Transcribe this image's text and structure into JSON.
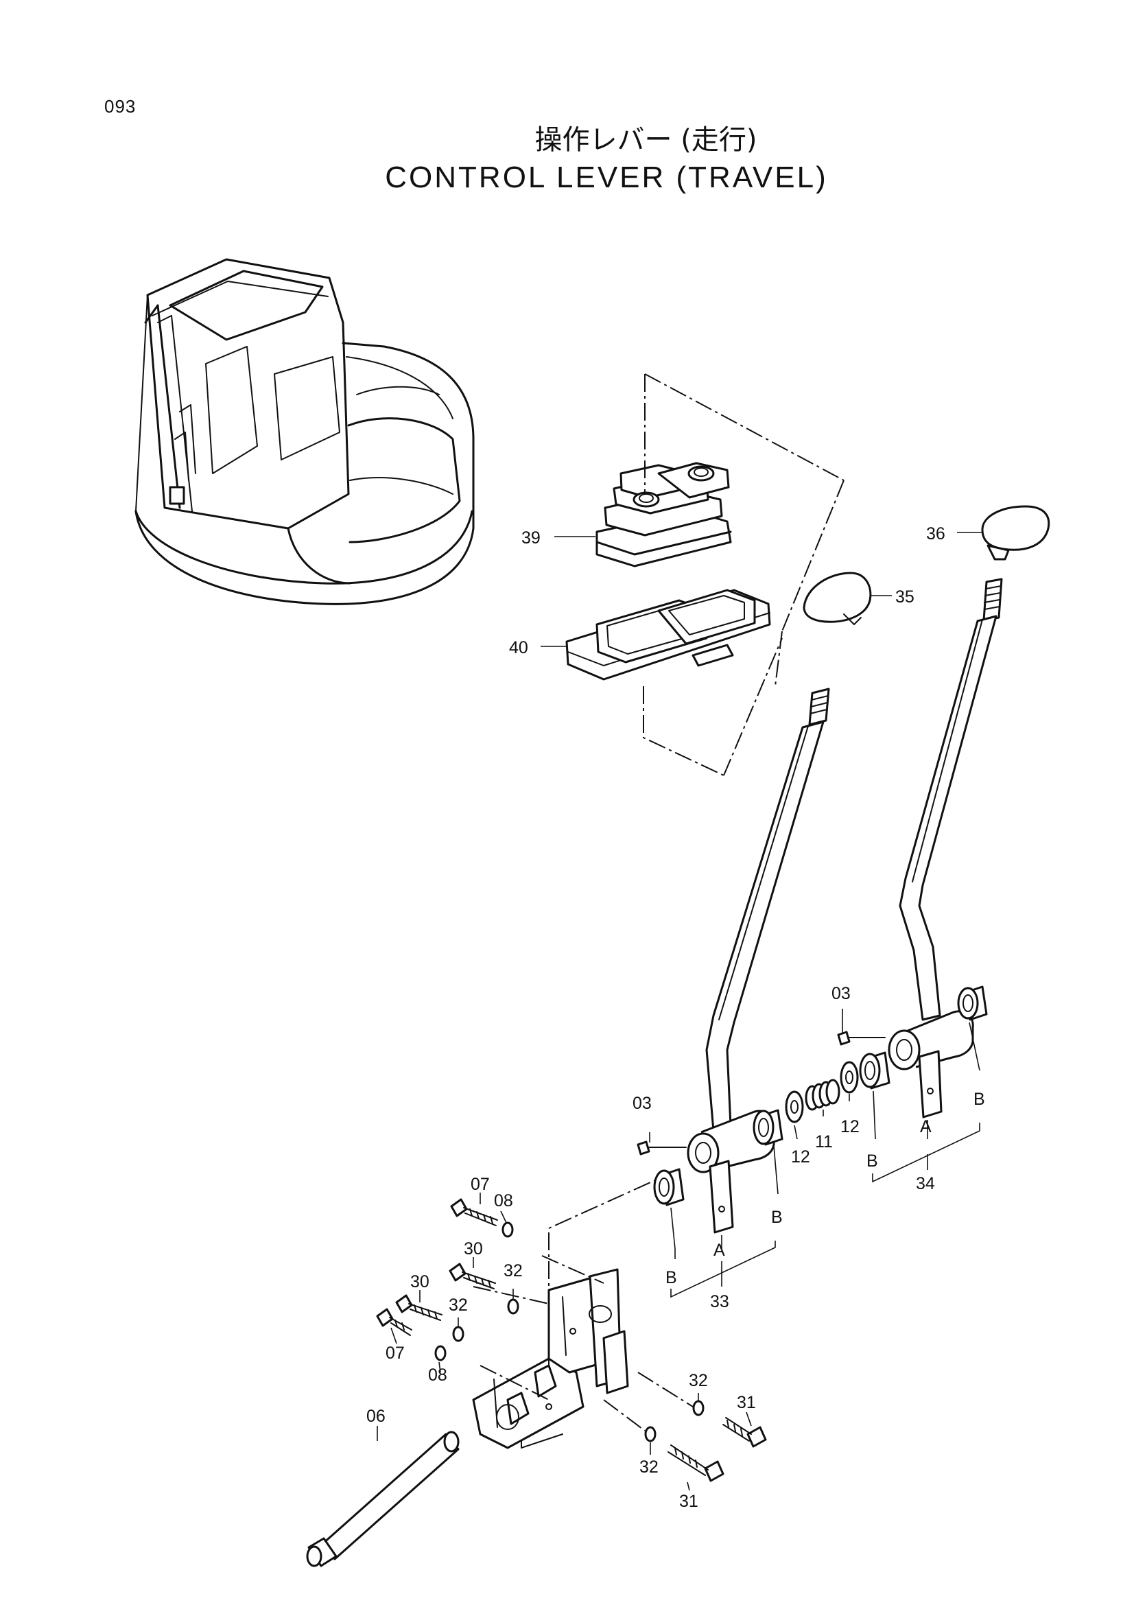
{
  "page": {
    "number": "093",
    "title_jp": "操作レバー (走行)",
    "title_en": "CONTROL LEVER (TRAVEL)"
  },
  "callouts": {
    "p03_a": "03",
    "p03_b": "03",
    "p06": "06",
    "p07_a": "07",
    "p07_b": "07",
    "p08_a": "08",
    "p08_b": "08",
    "p11": "11",
    "p12_a": "12",
    "p12_b": "12",
    "p30_a": "30",
    "p30_b": "30",
    "p31_a": "31",
    "p31_b": "31",
    "p32_a": "32",
    "p32_b": "32",
    "p32_c": "32",
    "p32_d": "32",
    "p33": "33",
    "p34": "34",
    "p35": "35",
    "p36": "36",
    "p39": "39",
    "p40": "40",
    "a_33": "A",
    "a_34": "A",
    "b_33_left": "B",
    "b_33_right": "B",
    "b_34_left": "B",
    "b_34_right": "B"
  },
  "icons": {
    "cab": "excavator-cab-icon",
    "lever": "control-lever-icon",
    "boot": "rubber-boot-icon",
    "knob": "lever-knob-icon",
    "bracket": "mounting-bracket-icon",
    "shaft": "pivot-shaft-icon",
    "bolt": "bolt-icon",
    "washer": "washer-icon",
    "bushing": "bushing-icon"
  }
}
